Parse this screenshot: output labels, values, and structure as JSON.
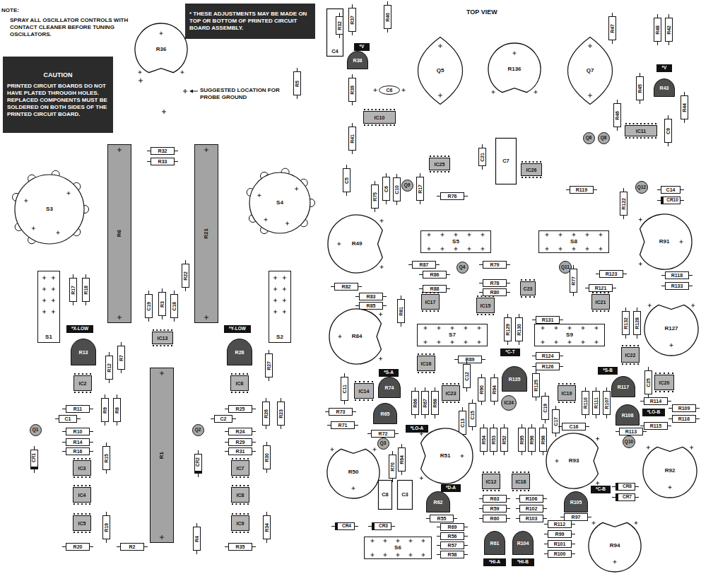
{
  "diagram": {
    "nodes": [
      {
        "text": [
          "CAUTION",
          "PRINTED CIRCUIT BOARDS DO NOT HAVE PLATED THROUGH HOLES. REPLACED COMPONENTS MUST BE SOLDERED ON BOTH SIDES OF THE PRINTED CIRCUIT BOARD."
        ]
      },
      {
        "text": [
          "* THESE ADJUSTMENTS MAY BE MADE ON TOP OR BOTTOM OF PRINTED CIRCUIT BOARD ASSEMBLY."
        ]
      },
      {
        "text": [
          "R36"
        ]
      },
      {
        "text": [
          "R5"
        ]
      },
      {
        "text": [
          "C4"
        ]
      },
      {
        "text": [
          "R32"
        ],
        "in": 4
      },
      {
        "text": [
          "R37"
        ]
      },
      {
        "text": [
          "R40"
        ]
      },
      {
        "text": [
          "*V"
        ]
      },
      {
        "text": [
          "R38"
        ]
      },
      {
        "text": [
          "C6"
        ]
      },
      {
        "text": [
          "R39"
        ]
      },
      {
        "text": [
          "IC10"
        ]
      },
      {
        "text": [
          "R41"
        ]
      },
      {
        "text": [
          "C5"
        ]
      },
      {
        "text": [
          "R75"
        ]
      },
      {
        "text": [
          "C6"
        ]
      },
      {
        "text": [
          "C10"
        ]
      },
      {
        "text": [
          "Q9"
        ]
      },
      {
        "text": [
          "R17"
        ]
      },
      {
        "text": [
          "R76"
        ]
      },
      {
        "text": [
          "IC25"
        ]
      },
      {
        "text": [
          "C21"
        ]
      },
      {
        "text": [
          "C7"
        ]
      },
      {
        "text": [
          "IC26"
        ]
      },
      {
        "text": [
          "Q5"
        ]
      },
      {
        "text": [
          "R136"
        ]
      },
      {
        "text": [
          "Q7"
        ]
      },
      {
        "text": [
          "R47"
        ]
      },
      {
        "text": [
          "R48"
        ]
      },
      {
        "text": [
          "R42"
        ]
      },
      {
        "text": [
          "*V"
        ]
      },
      {
        "text": [
          "R43"
        ]
      },
      {
        "text": [
          "R45"
        ]
      },
      {
        "text": [
          "R44"
        ]
      },
      {
        "text": [
          "R46"
        ]
      },
      {
        "text": [
          "IC11"
        ]
      },
      {
        "text": [
          "C9"
        ]
      },
      {
        "text": [
          "Q6"
        ]
      },
      {
        "text": [
          "Q8"
        ]
      },
      {
        "text": [
          "Q12"
        ]
      },
      {
        "text": [
          "C14"
        ]
      },
      {
        "text": [
          "CR10"
        ]
      },
      {
        "text": [
          "R119"
        ]
      },
      {
        "text": [
          "R122"
        ]
      },
      {
        "text": [
          "S3"
        ]
      },
      {
        "text": [
          "R6"
        ]
      },
      {
        "text": [
          "R32"
        ]
      },
      {
        "text": [
          "R33"
        ]
      },
      {
        "text": [
          "R21"
        ]
      },
      {
        "text": [
          "S4"
        ]
      },
      {
        "text": [
          "R22"
        ]
      },
      {
        "text": [
          "C19"
        ]
      },
      {
        "text": [
          "R3"
        ]
      },
      {
        "text": [
          "C18"
        ]
      },
      {
        "text": [
          "R17"
        ]
      },
      {
        "text": [
          "R18"
        ]
      },
      {
        "text": [
          "S1"
        ]
      },
      {
        "text": [
          "S2"
        ]
      },
      {
        "text": [
          "IC13"
        ]
      },
      {
        "text": [
          "*X-LOW"
        ]
      },
      {
        "text": [
          "R13"
        ]
      },
      {
        "text": [
          "*Y-LOW"
        ]
      },
      {
        "text": [
          "R28"
        ]
      },
      {
        "text": [
          "R12"
        ]
      },
      {
        "text": [
          "R7"
        ]
      },
      {
        "text": [
          "IC2"
        ]
      },
      {
        "text": [
          "R11"
        ]
      },
      {
        "text": [
          "C1"
        ]
      },
      {
        "text": [
          "R10"
        ]
      },
      {
        "text": [
          "R14"
        ]
      },
      {
        "text": [
          "R16"
        ]
      },
      {
        "text": [
          "Q1"
        ]
      },
      {
        "text": [
          "CR1"
        ]
      },
      {
        "text": [
          "R9"
        ]
      },
      {
        "text": [
          "R8"
        ]
      },
      {
        "text": [
          "R15"
        ]
      },
      {
        "text": [
          "IC3"
        ]
      },
      {
        "text": [
          "IC4"
        ]
      },
      {
        "text": [
          "IC5"
        ]
      },
      {
        "text": [
          "R19"
        ]
      },
      {
        "text": [
          "R20"
        ]
      },
      {
        "text": [
          "R2"
        ]
      },
      {
        "text": [
          "R1"
        ]
      },
      {
        "text": [
          "Q2"
        ]
      },
      {
        "text": [
          "CR2"
        ]
      },
      {
        "text": [
          "R4"
        ]
      },
      {
        "text": [
          "R27"
        ]
      },
      {
        "text": [
          "IC6"
        ]
      },
      {
        "text": [
          "R25"
        ]
      },
      {
        "text": [
          "C2"
        ]
      },
      {
        "text": [
          "R24"
        ]
      },
      {
        "text": [
          "R29"
        ]
      },
      {
        "text": [
          "R31"
        ]
      },
      {
        "text": [
          "R26"
        ]
      },
      {
        "text": [
          "R23"
        ]
      },
      {
        "text": [
          "IC7"
        ]
      },
      {
        "text": [
          "R30"
        ]
      },
      {
        "text": [
          "IC8"
        ]
      },
      {
        "text": [
          "IC9"
        ]
      },
      {
        "text": [
          "R34"
        ]
      },
      {
        "text": [
          "R35"
        ]
      },
      {
        "text": [
          "R49"
        ]
      },
      {
        "text": [
          "S5"
        ]
      },
      {
        "text": [
          "S8"
        ]
      },
      {
        "text": [
          "R91"
        ]
      },
      {
        "text": [
          "R87"
        ]
      },
      {
        "text": [
          "R86"
        ]
      },
      {
        "text": [
          "Q4"
        ]
      },
      {
        "text": [
          "R79"
        ]
      },
      {
        "text": [
          "Q11"
        ]
      },
      {
        "text": [
          "R77"
        ]
      },
      {
        "text": [
          "R123"
        ]
      },
      {
        "text": [
          "R118"
        ]
      },
      {
        "text": [
          "R133"
        ]
      },
      {
        "text": [
          "R82"
        ]
      },
      {
        "text": [
          "R83"
        ]
      },
      {
        "text": [
          "R85"
        ]
      },
      {
        "text": [
          "R88"
        ]
      },
      {
        "text": [
          "R78"
        ]
      },
      {
        "text": [
          "R80"
        ]
      },
      {
        "text": [
          "C23"
        ]
      },
      {
        "text": [
          "R121"
        ]
      },
      {
        "text": [
          "IC21"
        ]
      },
      {
        "text": [
          "IC17"
        ]
      },
      {
        "text": [
          "IC15"
        ]
      },
      {
        "text": [
          "R81"
        ]
      },
      {
        "text": [
          "R131"
        ]
      },
      {
        "text": [
          "R84"
        ]
      },
      {
        "text": [
          "S7"
        ]
      },
      {
        "text": [
          "S9"
        ]
      },
      {
        "text": [
          "R132"
        ]
      },
      {
        "text": [
          "R128"
        ]
      },
      {
        "text": [
          "R127"
        ]
      },
      {
        "text": [
          "R129"
        ]
      },
      {
        "text": [
          "R130"
        ]
      },
      {
        "text": [
          "R89"
        ]
      },
      {
        "text": [
          "IC16"
        ]
      },
      {
        "text": [
          "C12"
        ]
      },
      {
        "text": [
          "*C-T"
        ]
      },
      {
        "text": [
          "R135"
        ]
      },
      {
        "text": [
          "R124"
        ]
      },
      {
        "text": [
          "R126"
        ]
      },
      {
        "text": [
          "IC22"
        ]
      },
      {
        "text": [
          "R125"
        ]
      },
      {
        "text": [
          "C11"
        ]
      },
      {
        "text": [
          "*S-A"
        ]
      },
      {
        "text": [
          "R74"
        ]
      },
      {
        "text": [
          "IC14"
        ]
      },
      {
        "text": [
          "R73"
        ]
      },
      {
        "text": [
          "R65"
        ]
      },
      {
        "text": [
          "R71"
        ]
      },
      {
        "text": [
          "R72"
        ]
      },
      {
        "text": [
          "*LO-A"
        ]
      },
      {
        "text": [
          "R66"
        ]
      },
      {
        "text": [
          "R67"
        ]
      },
      {
        "text": [
          "R68"
        ]
      },
      {
        "text": [
          "IC23"
        ]
      },
      {
        "text": [
          "R90"
        ]
      },
      {
        "text": [
          "R94"
        ]
      },
      {
        "text": [
          "C15"
        ]
      },
      {
        "text": [
          "C13"
        ]
      },
      {
        "text": [
          "IC24"
        ]
      },
      {
        "text": [
          "C19"
        ]
      },
      {
        "text": [
          "C17"
        ]
      },
      {
        "text": [
          "IC19"
        ]
      },
      {
        "text": [
          "R110"
        ]
      },
      {
        "text": [
          "R111"
        ]
      },
      {
        "text": [
          "R107"
        ]
      },
      {
        "text": [
          "*S-B"
        ]
      },
      {
        "text": [
          "R117"
        ]
      },
      {
        "text": [
          "C25"
        ]
      },
      {
        "text": [
          "IC20"
        ]
      },
      {
        "text": [
          "R114"
        ]
      },
      {
        "text": [
          "R108"
        ]
      },
      {
        "text": [
          "*LO-B"
        ]
      },
      {
        "text": [
          "R109"
        ]
      },
      {
        "text": [
          "R116"
        ]
      },
      {
        "text": [
          "R115"
        ]
      },
      {
        "text": [
          "R113"
        ]
      },
      {
        "text": [
          "Q10"
        ]
      },
      {
        "text": [
          "C16"
        ]
      },
      {
        "text": [
          "Q3"
        ]
      },
      {
        "text": [
          "R70"
        ]
      },
      {
        "text": [
          "R64"
        ]
      },
      {
        "text": [
          "R50"
        ]
      },
      {
        "text": [
          "R51"
        ]
      },
      {
        "text": [
          "R54"
        ]
      },
      {
        "text": [
          "R53"
        ]
      },
      {
        "text": [
          "R52"
        ]
      },
      {
        "text": [
          "R95"
        ]
      },
      {
        "text": [
          "R96"
        ]
      },
      {
        "text": [
          "R98"
        ]
      },
      {
        "text": [
          "R93"
        ]
      },
      {
        "text": [
          "R92"
        ]
      },
      {
        "text": [
          "C8"
        ]
      },
      {
        "text": [
          "C3"
        ]
      },
      {
        "text": [
          "IC12"
        ]
      },
      {
        "text": [
          "IC18"
        ]
      },
      {
        "text": [
          "*D-A"
        ]
      },
      {
        "text": [
          "R62"
        ]
      },
      {
        "text": [
          "R105"
        ]
      },
      {
        "text": [
          "*C-B"
        ]
      },
      {
        "text": [
          "CR8"
        ]
      },
      {
        "text": [
          "CR7"
        ]
      },
      {
        "text": [
          "R63"
        ]
      },
      {
        "text": [
          "R59"
        ]
      },
      {
        "text": [
          "R60"
        ]
      },
      {
        "text": [
          "R106"
        ]
      },
      {
        "text": [
          "R102"
        ]
      },
      {
        "text": [
          "R103"
        ]
      },
      {
        "text": [
          "R97"
        ]
      },
      {
        "text": [
          "R55"
        ]
      },
      {
        "text": [
          "CR4"
        ]
      },
      {
        "text": [
          "CR3"
        ]
      },
      {
        "text": [
          "R69"
        ]
      },
      {
        "text": [
          "R56"
        ]
      },
      {
        "text": [
          "R57"
        ]
      },
      {
        "text": [
          "R58"
        ]
      },
      {
        "text": [
          "R61"
        ]
      },
      {
        "text": [
          "R104"
        ]
      },
      {
        "text": [
          "*HI-A"
        ]
      },
      {
        "text": [
          "*HI-B"
        ]
      },
      {
        "text": [
          "R112"
        ]
      },
      {
        "text": [
          "R99"
        ]
      },
      {
        "text": [
          "R101"
        ]
      },
      {
        "text": [
          "R100"
        ]
      },
      {
        "text": [
          "R94"
        ]
      },
      {
        "text": [
          "S6"
        ]
      }
    ],
    "labels": [
      "NOTE:",
      "SPRAY ALL OSCILLATOR CONTROLS WITH CONTACT CLEANER BEFORE TUNING OSCILLATORS.",
      "TOP VIEW",
      "SUGGESTED LOCATION FOR PROBE GROUND"
    ]
  }
}
